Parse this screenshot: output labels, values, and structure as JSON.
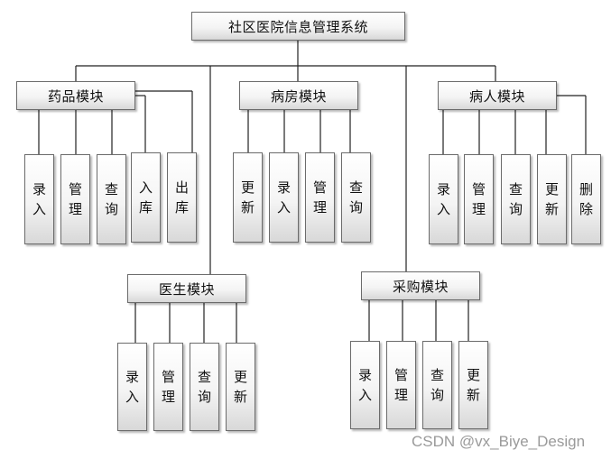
{
  "root": {
    "label": "社区医院信息管理系统"
  },
  "modules": [
    {
      "label": "药品模块",
      "children": [
        "录入",
        "管理",
        "查询",
        "入库",
        "出库"
      ]
    },
    {
      "label": "病房模块",
      "children": [
        "更新",
        "录入",
        "管理",
        "查询"
      ]
    },
    {
      "label": "病人模块",
      "children": [
        "录入",
        "管理",
        "查询",
        "更新",
        "删除"
      ]
    },
    {
      "label": "医生模块",
      "children": [
        "录入",
        "管理",
        "查询",
        "更新"
      ]
    },
    {
      "label": "采购模块",
      "children": [
        "录入",
        "管理",
        "查询",
        "更新"
      ]
    }
  ],
  "watermark": "CSDN @vx_Biye_Design"
}
